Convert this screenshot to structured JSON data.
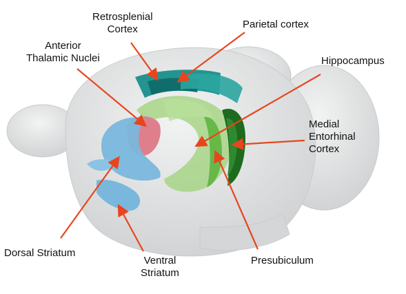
{
  "colors": {
    "arrow": "#e8451e",
    "brain": "#d9dadb",
    "retrosplenial": "#1a8f8c",
    "parietal": "#2aa5a0",
    "anterior_thalamic": "#e07f8c",
    "dorsal_striatum": "#7ab7dd",
    "ventral_striatum": "#7ab7dd",
    "hippocampus": "#9fd27a",
    "presubiculum": "#5fb53f",
    "entorhinal": "#1e6a1e"
  },
  "labels": {
    "retrosplenial": [
      "Retrosplenial",
      "Cortex"
    ],
    "parietal": [
      "Parietal cortex"
    ],
    "anterior_thalamic": [
      "Anterior",
      "Thalamic Nuclei"
    ],
    "hippocampus": [
      "Hippocampus"
    ],
    "medial_entorhinal": [
      "Medial",
      "Entorhinal",
      "Cortex"
    ],
    "dorsal_striatum": [
      "Dorsal Striatum"
    ],
    "ventral_striatum": [
      "Ventral",
      "Striatum"
    ],
    "presubiculum": [
      "Presubiculum"
    ]
  }
}
